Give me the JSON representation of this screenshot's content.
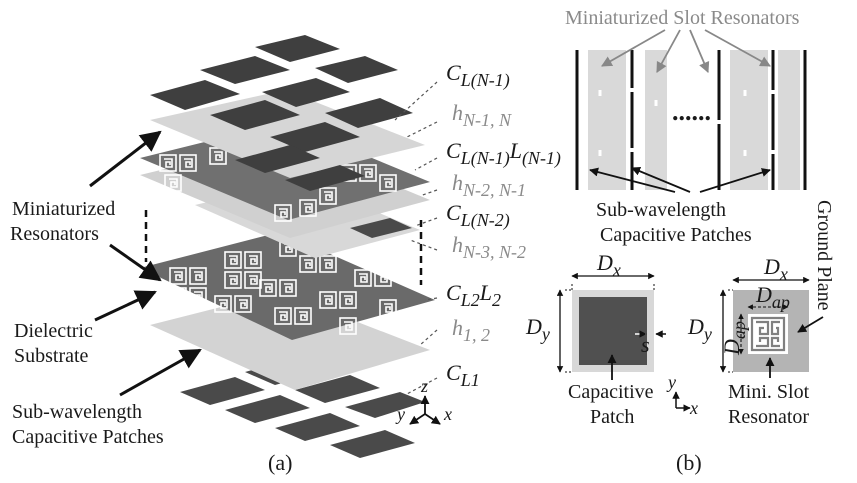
{
  "panel_a": {
    "caption": "(a)",
    "left_labels": {
      "miniaturized_resonators": [
        "Miniaturized",
        "Resonators"
      ],
      "dielectric_substrate": [
        "Dielectric",
        "Substrate"
      ],
      "capacitive_patches": [
        "Sub-wavelength",
        "Capacitive Patches"
      ]
    },
    "right_labels": {
      "c_l_n_minus_1": {
        "base": "C",
        "sub": "L(N-1)"
      },
      "h_n_minus_1_n": {
        "base": "h",
        "sub": "N-1, N"
      },
      "cl_ll_n_minus_1": {
        "base1": "C",
        "sub1": "L(N-1)",
        "base2": "L",
        "sub2": "(N-1)"
      },
      "h_n_minus_2": {
        "base": "h",
        "sub": "N-2, N-1"
      },
      "c_l_n_minus_2": {
        "base": "C",
        "sub": "L(N-2)"
      },
      "h_n_minus_3": {
        "base": "h",
        "sub": "N-3, N-2"
      },
      "cl2_l2": {
        "base1": "C",
        "sub1": "L2",
        "base2": "L",
        "sub2": "2"
      },
      "h_1_2": {
        "base": "h",
        "sub": "1, 2"
      },
      "c_l1": {
        "base": "C",
        "sub": "L1"
      }
    },
    "axes": {
      "z": "z",
      "y": "y",
      "x": "x"
    }
  },
  "panel_b": {
    "caption": "(b)",
    "title": "Miniaturized Slot Resonators",
    "dots": "......",
    "patches_label": [
      "Sub-wavelength",
      "Capacitive Patches"
    ],
    "ground_plane": "Ground Plane",
    "cap_cell": {
      "dx": {
        "base": "D",
        "sub": "x"
      },
      "dy": {
        "base": "D",
        "sub": "y"
      },
      "s": "s",
      "label": [
        "Capacitive",
        "Patch"
      ]
    },
    "slot_cell": {
      "dx": {
        "base": "D",
        "sub": "x"
      },
      "dap": {
        "base": "D",
        "sub": "ap"
      },
      "dy": {
        "base": "D",
        "sub": "y"
      },
      "dap_v": {
        "base": "D",
        "sub": "ap"
      },
      "label": [
        "Mini. Slot",
        "Resonator"
      ]
    },
    "axes": {
      "y": "y",
      "x": "x"
    }
  }
}
